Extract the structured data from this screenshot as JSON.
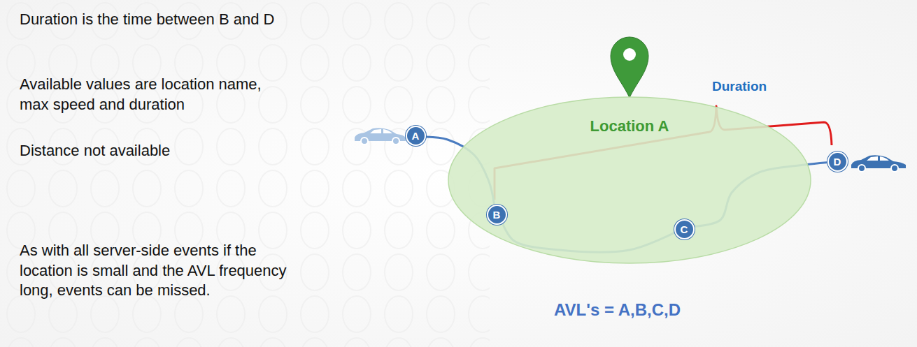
{
  "diagram": {
    "nodes": [
      {
        "text": [
          "Location A"
        ]
      },
      {
        "text": [
          "A"
        ]
      },
      {
        "text": [
          "B"
        ],
        "in": 0
      },
      {
        "text": [
          "C"
        ],
        "in": 0
      },
      {
        "text": [
          "D"
        ]
      }
    ],
    "edges": [
      {
        "from": 1,
        "to": 2,
        "arrow": "none"
      },
      {
        "from": 2,
        "to": 3,
        "arrow": "none"
      },
      {
        "from": 3,
        "to": 4,
        "arrow": "none"
      }
    ],
    "labels": [
      "Duration is the time between B and D",
      "Available values are location name, max speed and duration",
      "Distance not available",
      "As with all server-side events if the location is small and the AVL frequency long, events can be missed.",
      "Duration",
      "AVL's = A,B,C,D"
    ]
  }
}
